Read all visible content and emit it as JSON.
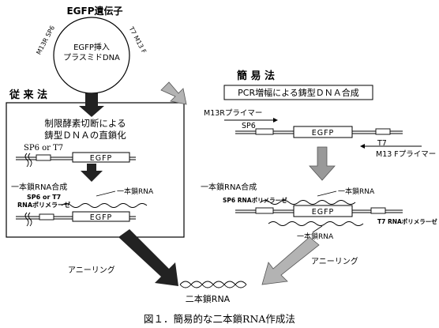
{
  "plasmid": {
    "title": "EGFP遺伝子",
    "insert_line1": "EGFP挿入",
    "insert_line2": "プラスミドDNA",
    "left_primer": "M13R SP6",
    "right_primer": "T7 M13 F"
  },
  "conventional": {
    "heading": "従 来 法",
    "step1_line1": "制限酵素切断による",
    "step1_line2": "鋳型ＤＮＡの直鎖化",
    "promoter_label": "SP6 or T7",
    "gene_label": "EGFP",
    "synthesis_label": "一本鎖RNA合成",
    "polymerase_line1": "SP6 or T7",
    "polymerase_line2": "RNAポリメラーゼ",
    "ssrna_label": "一本鎖RNA",
    "gene_label_bottom": "EGFP",
    "annealing_label": "アニーリング"
  },
  "simple": {
    "heading": "簡 易 法",
    "box_text": "PCR増幅による鋳型ＤＮＡ合成",
    "primer_reverse": "M13Rプライマー",
    "sp6_label": "SP6",
    "gene_label": "EGFP",
    "t7_label": "T7",
    "primer_forward": "M13 Fプライマー",
    "synthesis_label": "一本鎖RNA合成",
    "ssrna_top": "一本鎖RNA",
    "sp6_polymerase": "SP6 RNAポリメラーゼ",
    "gene_label_bottom": "EGFP",
    "t7_polymerase": "T7 RNAポリメラーゼ",
    "ssrna_bottom": "一本鎖RNA",
    "annealing_label": "アニーリング"
  },
  "result": {
    "dsrna_label": "二本鎖RNA"
  },
  "caption": "図１．簡易的な二本鎖RNA作成法",
  "colors": {
    "dark_arrow": "#222222",
    "gray_arrow": "#999999",
    "gray_arrow_light": "#b3b3b3",
    "line": "#000000"
  }
}
